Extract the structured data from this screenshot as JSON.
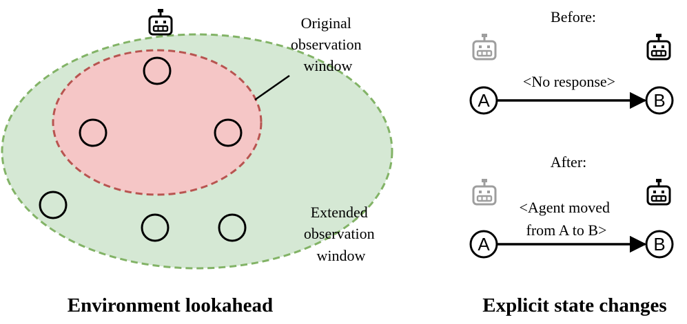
{
  "left_panel": {
    "caption": "Environment lookahead",
    "original_window_label": [
      "Original",
      "observation",
      "window"
    ],
    "extended_window_label": [
      "Extended",
      "observation",
      "window"
    ],
    "colors": {
      "original_fill": "#f5c6c6",
      "original_stroke": "#b85450",
      "extended_fill": "#d5e8d4",
      "extended_stroke": "#82b366"
    },
    "robot_icon": "robot-icon",
    "node_icon": "circle-node"
  },
  "right_panel": {
    "caption": "Explicit state changes",
    "before": {
      "heading": "Before:",
      "edge_label": [
        "<No response>"
      ],
      "from_node": "A",
      "to_node": "B"
    },
    "after": {
      "heading": "After:",
      "edge_label": [
        "<Agent moved",
        "from A to B>"
      ],
      "from_node": "A",
      "to_node": "B"
    },
    "colors": {
      "inactive_robot": "#9e9e9e",
      "active_robot": "#000000"
    }
  }
}
